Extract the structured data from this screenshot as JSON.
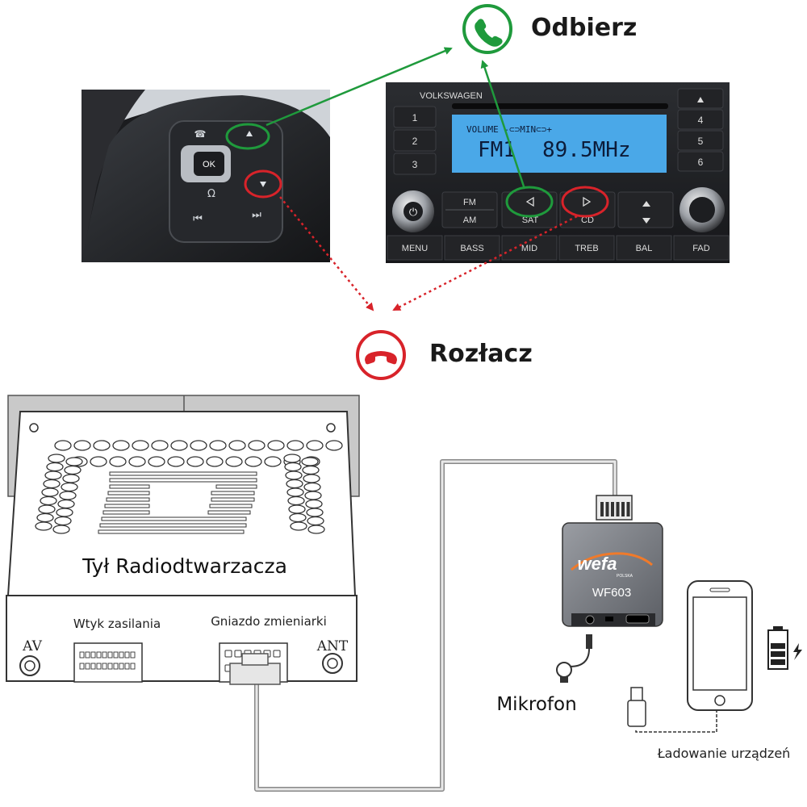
{
  "labels": {
    "answer": "Odbierz",
    "hangup": "Rozłacz",
    "radio_back": "Tył Radiodtwarzacza",
    "power_plug": "Wtyk zasilania",
    "changer_socket": "Gniazdo zmieniarki",
    "av": "AV",
    "ant": "ANT",
    "microphone": "Mikrofon",
    "device_charging": "Ładowanie urządzeń"
  },
  "wheel": {
    "ok": "OK"
  },
  "radio": {
    "brand": "VOLKSWAGEN",
    "display_top": "VOLUME -⊂⊃MIN⊂⊃+",
    "display_band": "FM1",
    "display_freq": "89.5MHz",
    "presets_left": [
      "1",
      "2",
      "3"
    ],
    "presets_right": [
      "4",
      "5",
      "6"
    ],
    "fm": "FM",
    "am": "AM",
    "sat": "SAT",
    "cd": "CD",
    "bottom_buttons": [
      "MENU",
      "BASS",
      "MID",
      "TREB",
      "BAL",
      "FAD"
    ]
  },
  "module": {
    "brand": "wefa",
    "brand_sub": "POLSKA",
    "model": "WF603"
  },
  "colors": {
    "answer_green": "#1f9a3c",
    "hangup_red": "#d8232a",
    "lcd_blue": "#4aa8e8",
    "module_orange": "#f07a2a"
  }
}
